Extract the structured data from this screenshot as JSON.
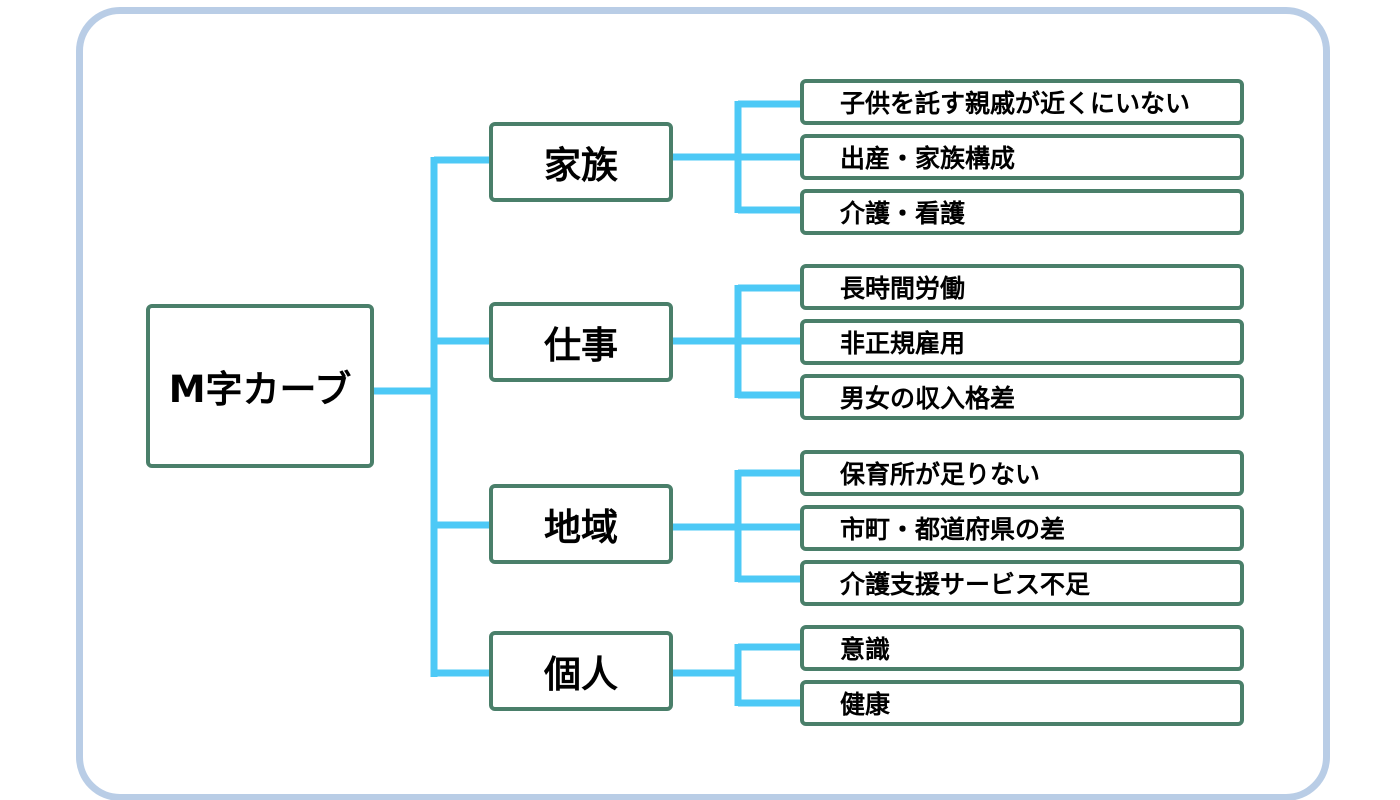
{
  "root": {
    "label": "M字カーブ"
  },
  "categories": [
    {
      "label": "家族",
      "items": [
        "子供を託す親戚が近くにいない",
        "出産・家族構成",
        "介護・看護"
      ]
    },
    {
      "label": "仕事",
      "items": [
        "長時間労働",
        "非正規雇用",
        "男女の収入格差"
      ]
    },
    {
      "label": "地域",
      "items": [
        "保育所が足りない",
        "市町・都道府県の差",
        "介護支援サービス不足"
      ]
    },
    {
      "label": "個人",
      "items": [
        "意識",
        "健康"
      ]
    }
  ],
  "colors": {
    "frame_border": "#b9cde6",
    "connector": "#4dc9f6",
    "box_border": "#4a7f6a",
    "text": "#000000"
  }
}
